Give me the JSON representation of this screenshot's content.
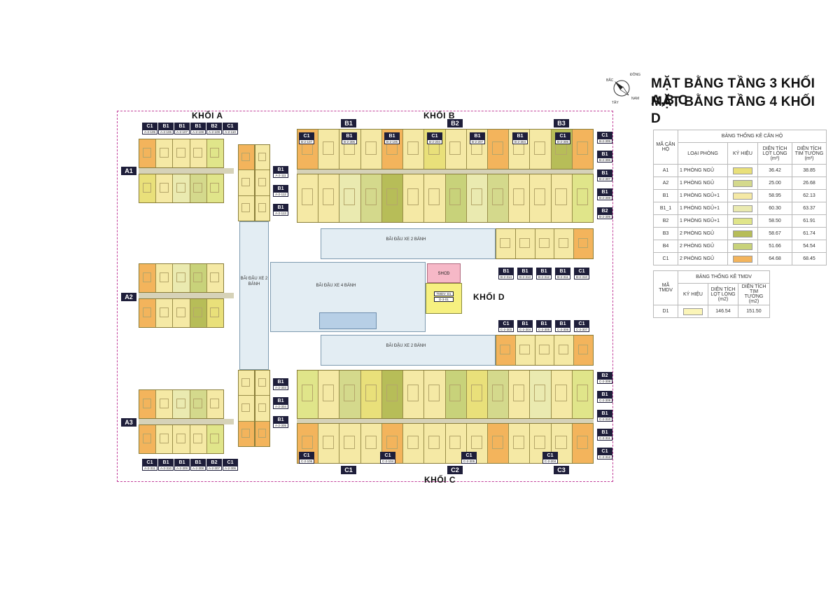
{
  "title": {
    "line1": "MẶT BẰNG TẦNG 3 KHỐI A,B,C",
    "line2": "MẶT BẰNG TẦNG 4 KHỐI D"
  },
  "compass": {
    "north": "BẮC",
    "east": "ĐÔNG",
    "south": "NAM",
    "west": "TÂY"
  },
  "blocks": {
    "a": "KHỐI A",
    "b": "KHỐI B",
    "c": "KHỐI C",
    "d": "KHỐI D"
  },
  "facilities": {
    "parking2_vertical": "BÃI ĐẬU XE 2 BÁNH",
    "parking2_top": "BÃI ĐẬU XE 2 BÁNH",
    "parking2_bottom": "BÃI ĐẬU XE 2 BÁNH",
    "parking4": "BÃI ĐẬU XE 4 BÁNH",
    "shcd": "SHCĐ",
    "tmdv_tag": "TMDV- D1",
    "tmdv_code": "D-3-01"
  },
  "unit_colors": {
    "A1": "#e9e07a",
    "A2": "#d4d98c",
    "B1": "#f5e9a5",
    "B1_1": "#eaeab0",
    "B2": "#e0e58a",
    "B3": "#b7bd58",
    "B4": "#c8d27a",
    "C1": "#f3b45c",
    "D1": "#fbf5b8"
  },
  "side_labels": {
    "a1": "A1",
    "a2": "A2",
    "a3": "A3",
    "b1": "B1",
    "b2": "B2",
    "b3": "B3",
    "c1": "C1",
    "c2": "C2",
    "c3": "C3"
  },
  "tags": {
    "a_top": [
      "C1",
      "B1",
      "B1",
      "B1",
      "B2",
      "C1"
    ],
    "a_top_codes": [
      "A-2-105",
      "A-2-106",
      "A-2-107",
      "A-2-108",
      "A-2-109",
      "A-2-110"
    ],
    "a_bottom": [
      "C1",
      "B1",
      "B1",
      "B1",
      "B2",
      "C1"
    ],
    "a_bottom_codes": [
      "A-2-311",
      "A-2-310",
      "A-2-309",
      "A-2-308",
      "A-2-307",
      "A-2-306"
    ],
    "b_top": [
      "C1",
      "B1",
      "B1",
      "C1",
      "B1",
      "B1",
      "C1"
    ],
    "b_top_codes": [
      "B-2-107",
      "B-2-306",
      "B-2-106",
      "B-2-204",
      "B-2-207",
      "B-2-304",
      "B-2-305"
    ],
    "b_row": [
      "B1",
      "B1",
      "B1",
      "B1",
      "C1"
    ],
    "b_row_codes": [
      "B-2-314",
      "B-2-313",
      "B-2-312",
      "B-2-311",
      "B-2-310"
    ],
    "c_row": [
      "C1",
      "B1",
      "B1",
      "B1",
      "C1"
    ],
    "c_row_codes": [
      "C-2-303",
      "C-2-304",
      "C-2-305",
      "C-2-306",
      "C-2-307"
    ],
    "c_bottom": [
      "C1",
      "C1",
      "C1",
      "C1"
    ],
    "c_bottom_codes": [
      "C-2-106",
      "C-2-104",
      "C-2-305",
      "C-2-204"
    ],
    "right": [
      "C1",
      "B1",
      "B1",
      "B1",
      "B2"
    ],
    "right_codes": [
      "B-2-305",
      "B-2-306",
      "B-2-307",
      "B-2-308",
      "B-2-309"
    ],
    "right_c": [
      "B2",
      "B1",
      "B1",
      "B1",
      "C1"
    ],
    "right_c_codes": [
      "C-2-308",
      "C-2-309",
      "C-2-310",
      "C-2-311",
      "C-2-312"
    ],
    "a_mid": [
      "B1",
      "B1",
      "B1"
    ],
    "a_mid_codes": [
      "A-2-111",
      "A-2-112",
      "A-2-113"
    ],
    "a_low": [
      "B1",
      "B1",
      "B1"
    ],
    "a_low_codes": [
      "A-2-303",
      "A-2-304",
      "A-2-305"
    ]
  },
  "legend": {
    "title": "BẢNG THỐNG KÊ CĂN HỘ",
    "headers": [
      "MÃ CĂN HỘ",
      "LOẠI PHÒNG",
      "KÝ HIỆU",
      "DIỆN TÍCH LỌT LÒNG (m²)",
      "DIỆN TÍCH TIM TƯỜNG (m²)"
    ],
    "rows": [
      {
        "code": "A1",
        "type": "1 PHÒNG NGỦ",
        "color": "#e9e07a",
        "inner": "36.42",
        "wall": "38.85"
      },
      {
        "code": "A2",
        "type": "1 PHÒNG NGỦ",
        "color": "#d4d98c",
        "inner": "25.00",
        "wall": "26.68"
      },
      {
        "code": "B1",
        "type": "1 PHÒNG NGỦ+1",
        "color": "#f5e9a5",
        "inner": "58.95",
        "wall": "62.13"
      },
      {
        "code": "B1_1",
        "type": "1 PHÒNG NGỦ+1",
        "color": "#eaeab0",
        "inner": "60.30",
        "wall": "63.37"
      },
      {
        "code": "B2",
        "type": "1 PHÒNG NGỦ+1",
        "color": "#e0e58a",
        "inner": "58.50",
        "wall": "61.91"
      },
      {
        "code": "B3",
        "type": "2 PHÒNG NGỦ",
        "color": "#b7bd58",
        "inner": "58.67",
        "wall": "61.74"
      },
      {
        "code": "B4",
        "type": "2 PHÒNG NGỦ",
        "color": "#c8d27a",
        "inner": "51.66",
        "wall": "54.54"
      },
      {
        "code": "C1",
        "type": "2 PHÒNG NGỦ",
        "color": "#f3b45c",
        "inner": "64.68",
        "wall": "68.45"
      }
    ]
  },
  "legend2": {
    "title": "BẢNG THỐNG KÊ TMDV",
    "headers": [
      "MÃ TMDV",
      "KÝ HIỆU",
      "DIỆN TÍCH LỌT LÒNG (m2)",
      "DIỆN TÍCH TIM TƯỜNG (m2)"
    ],
    "rows": [
      {
        "code": "D1",
        "color": "#fbf5b8",
        "inner": "146.54",
        "wall": "151.50"
      }
    ]
  }
}
